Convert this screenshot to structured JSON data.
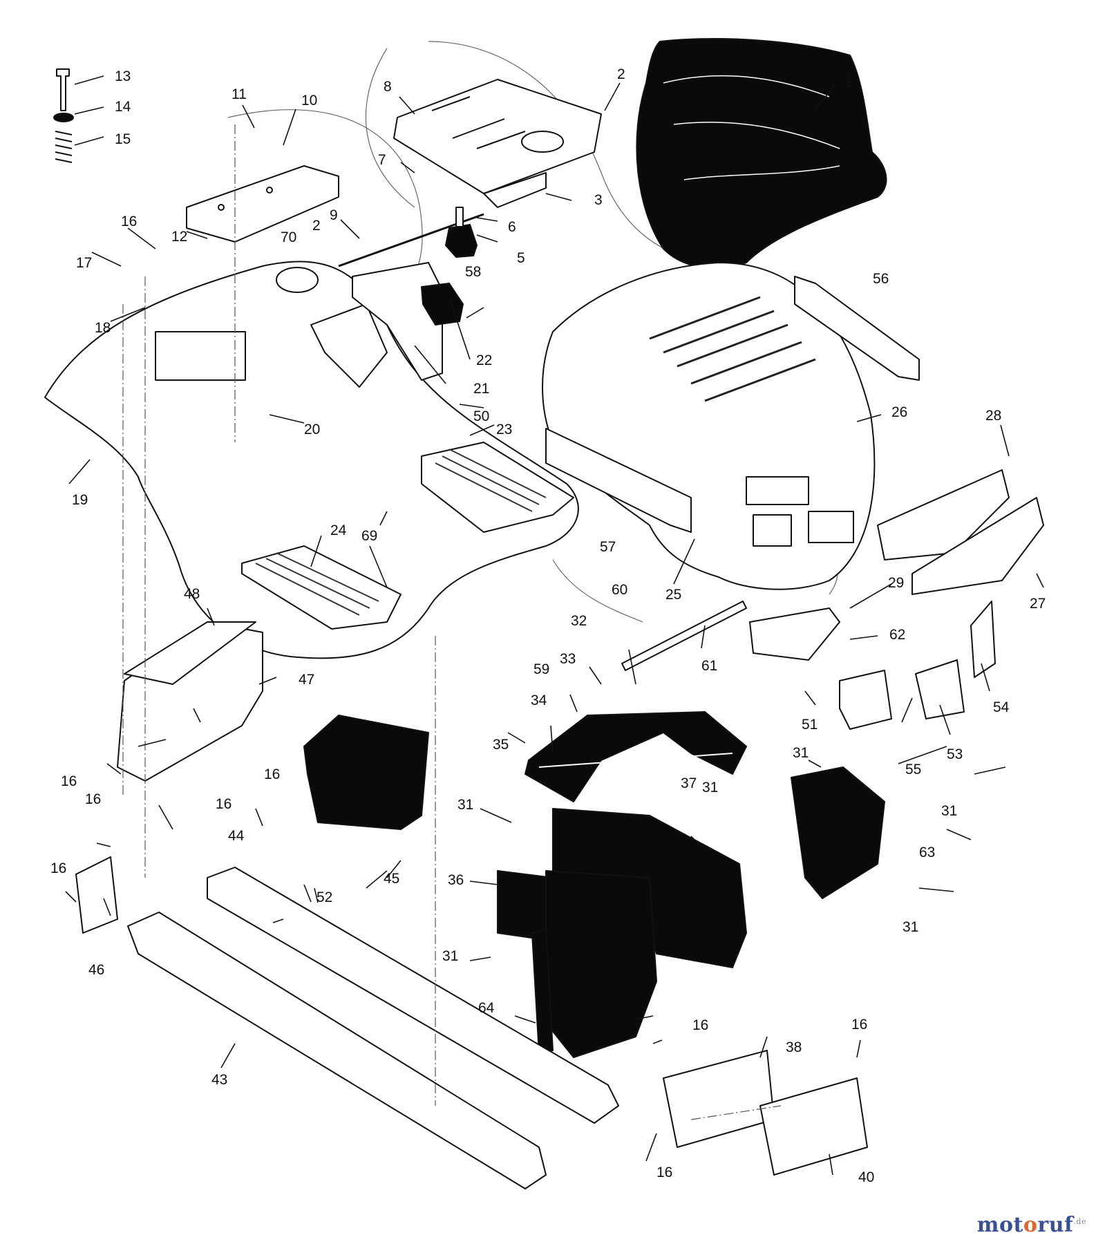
{
  "diagram": {
    "callouts": [
      "1",
      "2",
      "2",
      "3",
      "5",
      "6",
      "7",
      "8",
      "9",
      "10",
      "11",
      "12",
      "13",
      "14",
      "15",
      "16",
      "16",
      "16",
      "16",
      "16",
      "16",
      "16",
      "16",
      "16",
      "17",
      "18",
      "19",
      "20",
      "21",
      "22",
      "23",
      "24",
      "25",
      "26",
      "27",
      "28",
      "29",
      "31",
      "31",
      "31",
      "31",
      "31",
      "31",
      "32",
      "33",
      "34",
      "35",
      "36",
      "37",
      "38",
      "40",
      "43",
      "44",
      "45",
      "46",
      "47",
      "48",
      "50",
      "51",
      "52",
      "53",
      "54",
      "55",
      "56",
      "57",
      "58",
      "59",
      "60",
      "61",
      "62",
      "63",
      "64",
      "69",
      "70"
    ]
  },
  "watermark": {
    "part1": "mot",
    "part2": "o",
    "part3": "ruf",
    "tld": ".de"
  },
  "colors": {
    "line": "#111111",
    "fill_dark": "#0a0a0a",
    "fill_light": "#ffffff",
    "leader_dash": "#555555"
  }
}
